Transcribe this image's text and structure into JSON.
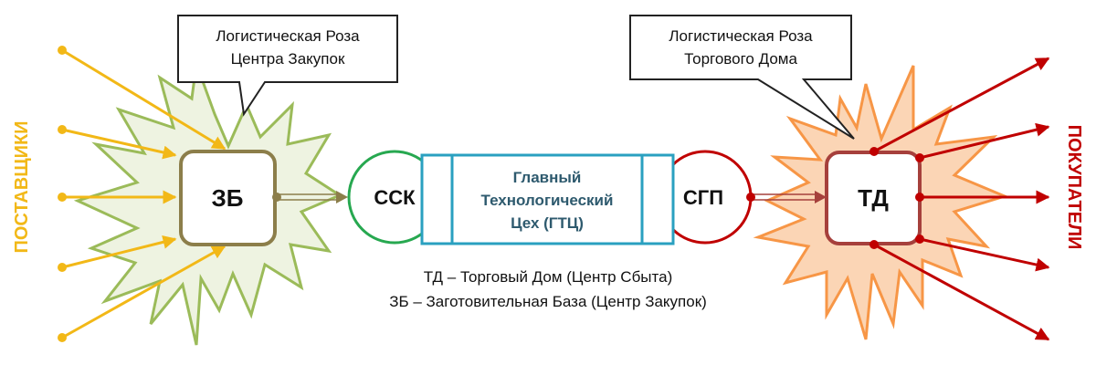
{
  "diagram": {
    "left_callout": [
      "Логистическая Роза",
      "Центра Закупок"
    ],
    "right_callout": [
      "Логистическая Роза",
      "Торгового Дома"
    ],
    "zb_label": "ЗБ",
    "td_label": "ТД",
    "ssk_label": "ССК",
    "sgp_label": "СГП",
    "gtc_lines": [
      "Главный",
      "Технологический",
      "Цех (ГТЦ)"
    ],
    "legend": [
      "ТД – Торговый Дом (Центр Сбыта)",
      "ЗБ – Заготовительная База (Центр Закупок)"
    ],
    "suppliers_label": "ПОСТАВЩИКИ",
    "buyers_label": "ПОКУПАТЕЛИ"
  },
  "colors": {
    "supplier": "#f2b817",
    "buyer": "#c00000",
    "left_star_fill": "#eef3e1",
    "left_star_stroke": "#9bbb59",
    "right_star_fill": "#fbd5b5",
    "right_star_stroke": "#f79646",
    "zb_border": "#8c7e4a",
    "td_border": "#a6403c",
    "ssk_border": "#27a850",
    "sgp_border": "#c00000",
    "gtc_border": "#2aa0c0"
  }
}
